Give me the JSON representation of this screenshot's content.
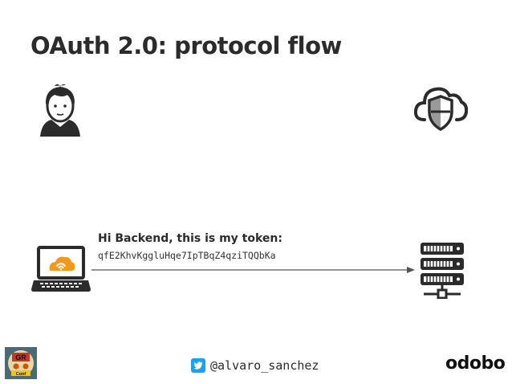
{
  "slide": {
    "title": "OAuth 2.0: protocol flow"
  },
  "diagram": {
    "message_label": "Hi Backend, this is my token:",
    "token": "qfE2KhvKggluHqe7IpTBqZ4qziTQQbKa"
  },
  "footer": {
    "twitter_handle": "@alvaro_sanchez",
    "logo_text": "odobo",
    "badge_text": "GR8\nConf"
  },
  "colors": {
    "wifi_orange": "#f39a1e",
    "twitter_blue": "#1da1f2",
    "arrow_gray": "#555555"
  }
}
